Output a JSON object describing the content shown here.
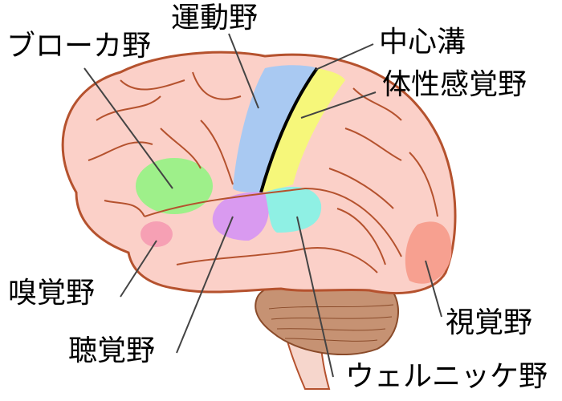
{
  "labels": {
    "broca": "ブローカ野",
    "motor": "運動野",
    "central_sulcus": "中心溝",
    "somatosensory": "体性感覚野",
    "olfactory": "嗅覚野",
    "auditory": "聴覚野",
    "wernicke": "ウェルニッケ野",
    "visual": "視覚野"
  },
  "colors": {
    "brain": "#fbd0c8",
    "outline": "#b5522e",
    "broca": "#9ef08a",
    "motor": "#a9c9f2",
    "somatosensory": "#f6f77a",
    "olfactory": "#f6a0b4",
    "auditory": "#d99af0",
    "wernicke": "#8ff0e4",
    "visual": "#f7a090",
    "cerebellum": "#c69273"
  }
}
